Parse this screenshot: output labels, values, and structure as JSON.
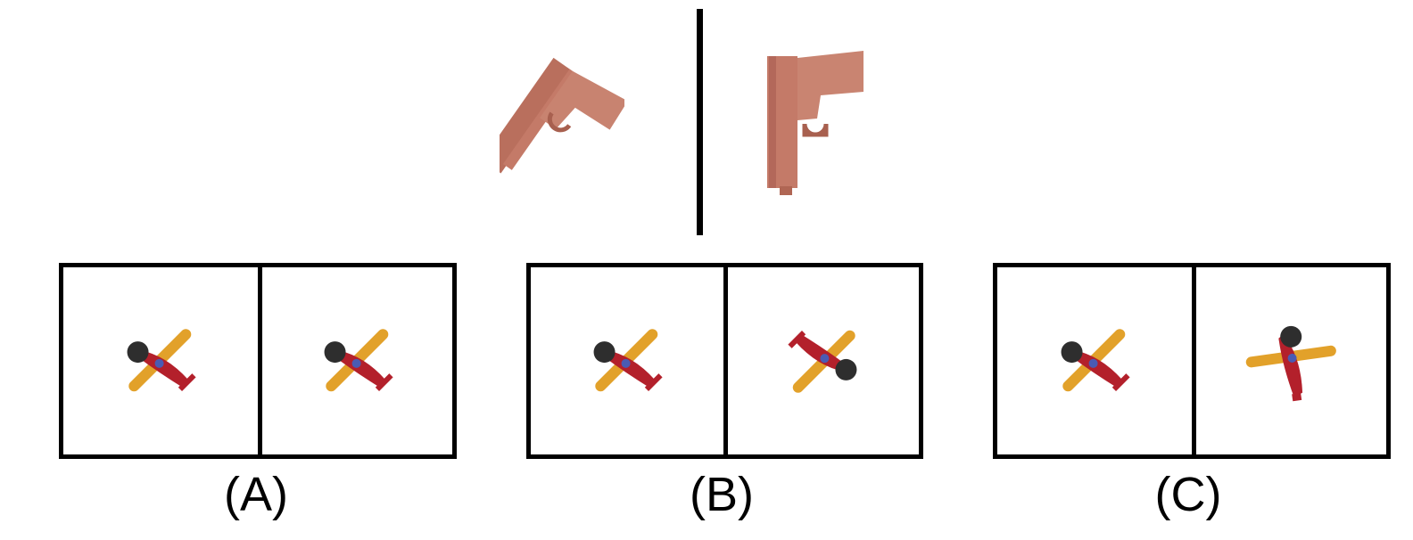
{
  "reference": {
    "left_icon": "pistol-icon",
    "right_icon": "pistol-icon",
    "color": "#c47a68"
  },
  "options": [
    {
      "label": "(A)",
      "left_icon": "toy-airplane-icon",
      "right_icon": "toy-airplane-icon"
    },
    {
      "label": "(B)",
      "left_icon": "toy-airplane-icon",
      "right_icon": "toy-airplane-icon"
    },
    {
      "label": "(C)",
      "left_icon": "toy-airplane-icon",
      "right_icon": "toy-airplane-icon"
    }
  ],
  "colors": {
    "wing": "#e2a12a",
    "body": "#b3202b",
    "nose": "#2e2e2e",
    "frame": "#000000"
  }
}
